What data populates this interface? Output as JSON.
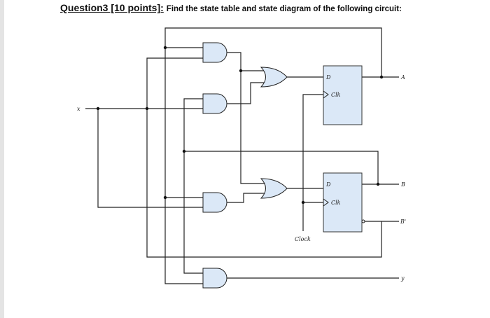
{
  "question": {
    "number": "Question3 [10 points]:",
    "text": "Find the state table and state diagram of the following circuit:"
  },
  "circuit": {
    "input_x": "x",
    "output_a": "A",
    "output_b": "B",
    "output_b_prime": "B'",
    "output_y": "y",
    "clock_label": "Clock",
    "ff_a": {
      "d_label": "D",
      "clk_label": "Clk"
    },
    "ff_b": {
      "d_label": "D",
      "clk_label": "Clk"
    }
  }
}
